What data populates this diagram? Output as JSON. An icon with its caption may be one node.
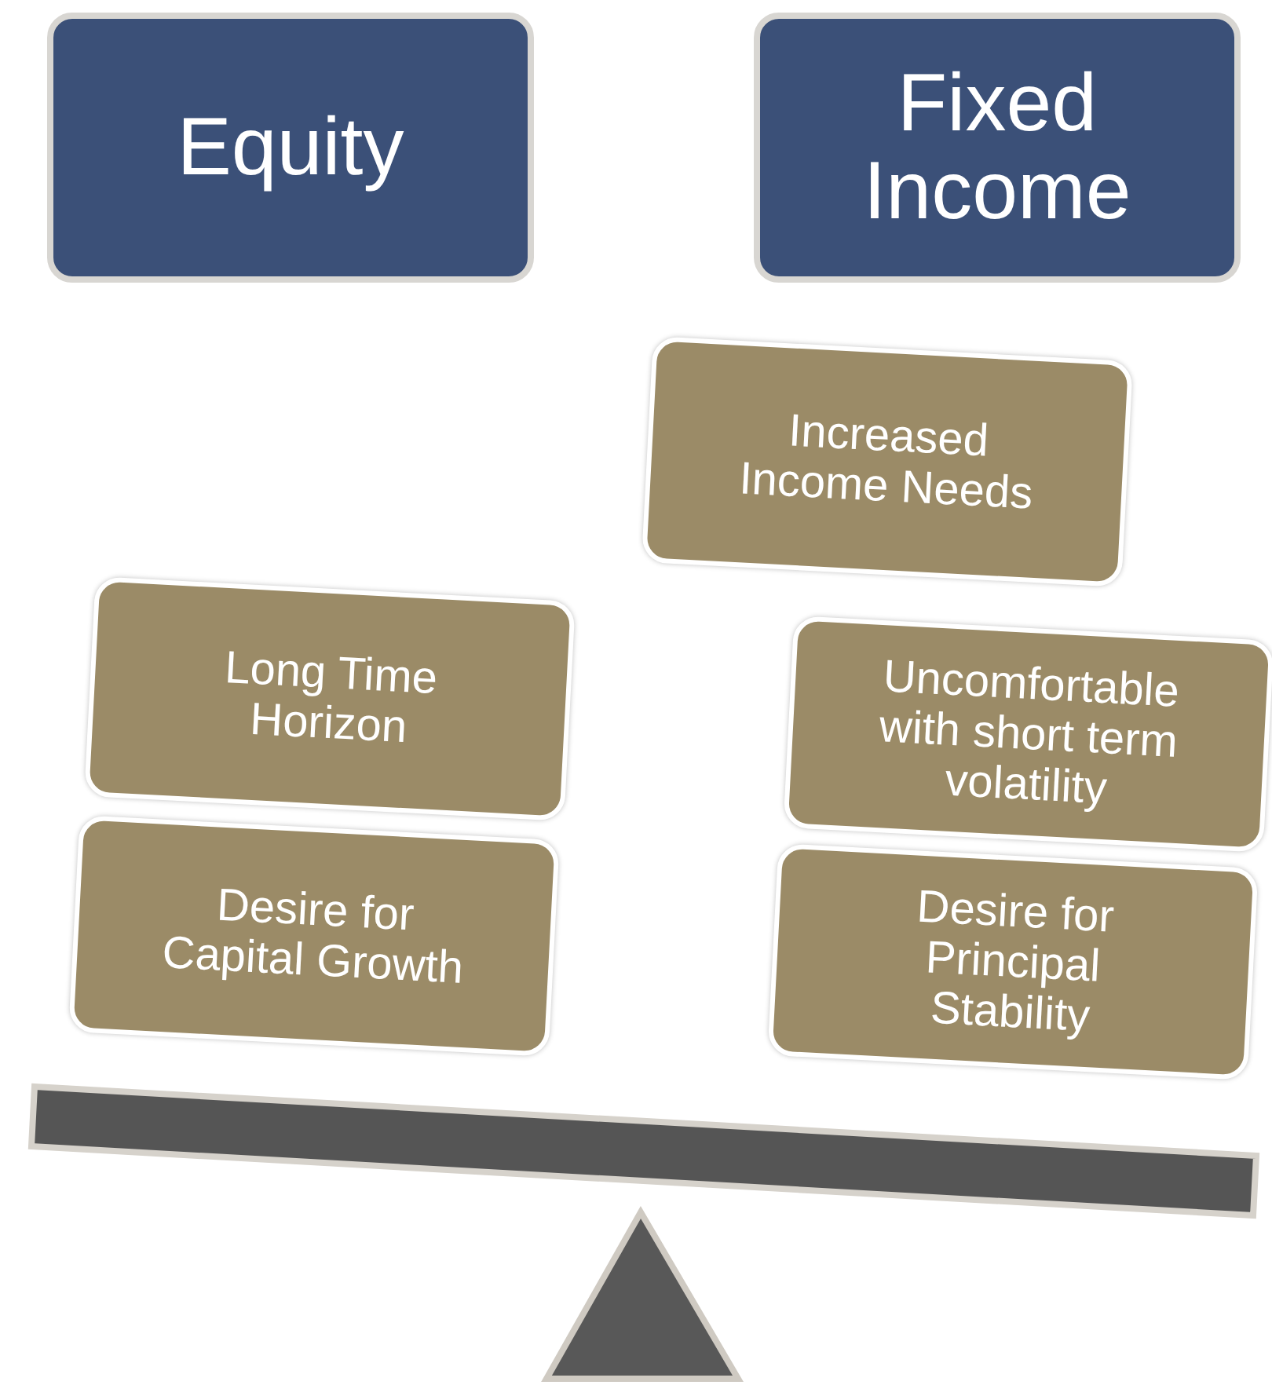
{
  "diagram": {
    "nodes": [
      {
        "text": [
          "Equity"
        ]
      },
      {
        "text": [
          "Fixed Income"
        ]
      },
      {
        "text": [
          "Increased Income Needs"
        ]
      },
      {
        "text": [
          "Long Time Horizon"
        ]
      },
      {
        "text": [
          "Uncomfortable with short term volatility"
        ]
      },
      {
        "text": [
          "Desire for Capital Growth"
        ]
      },
      {
        "text": [
          "Desire for Principal Stability"
        ]
      }
    ]
  }
}
